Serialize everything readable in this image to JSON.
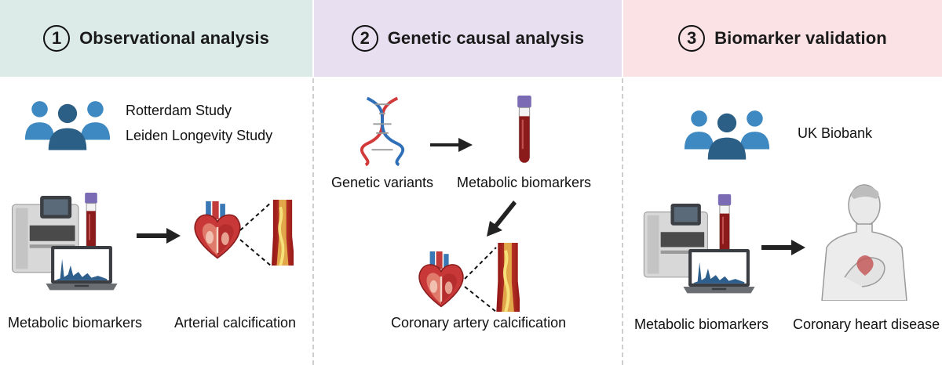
{
  "panels": [
    {
      "number": "1",
      "title": "Observational analysis",
      "cohorts": [
        "Rotterdam Study",
        "Leiden Longevity Study"
      ],
      "exposure_label": "Metabolic biomarkers",
      "outcome_label": "Arterial calcification"
    },
    {
      "number": "2",
      "title": "Genetic causal analysis",
      "instrument_label": "Genetic variants",
      "exposure_label": "Metabolic biomarkers",
      "outcome_label": "Coronary artery calcification"
    },
    {
      "number": "3",
      "title": "Biomarker validation",
      "cohorts": [
        "UK Biobank"
      ],
      "exposure_label": "Metabolic biomarkers",
      "outcome_label": "Coronary heart disease"
    }
  ],
  "icons": {
    "people": "people-group-icon",
    "blood_tube": "blood-tube-icon",
    "nmr_machine": "nmr-machine-icon",
    "laptop": "laptop-spectrum-icon",
    "heart": "heart-icon",
    "artery": "calcified-artery-icon",
    "dna": "dna-helix-icon",
    "body": "human-body-icon",
    "arrow": "arrow-icon"
  },
  "colors": {
    "panel1_header": "#dcebe7",
    "panel2_header": "#e8dff0",
    "panel3_header": "#fbe3e5",
    "people": "#2f6f9f",
    "blood": "#8b1a1a",
    "tube_cap": "#7b6bb5",
    "dna_red": "#d23a3a",
    "dna_blue": "#2e6fb7"
  }
}
